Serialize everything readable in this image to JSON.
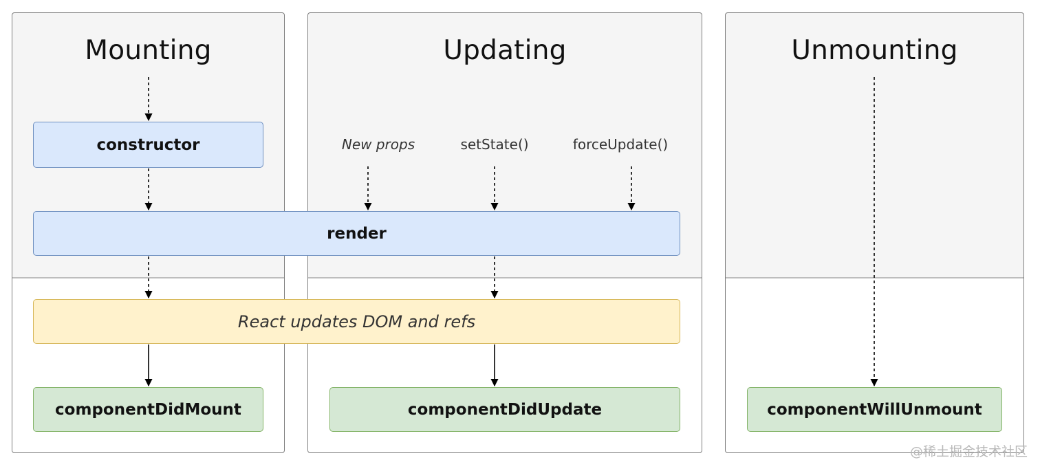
{
  "phases": {
    "mounting": "Mounting",
    "updating": "Updating",
    "unmounting": "Unmounting"
  },
  "triggers": {
    "new_props": "New props",
    "set_state": "setState()",
    "force_update": "forceUpdate()"
  },
  "methods": {
    "constructor": "constructor",
    "render": "render",
    "dom_update": "React updates DOM and refs",
    "did_mount": "componentDidMount",
    "did_update": "componentDidUpdate",
    "will_unmount": "componentWillUnmount"
  },
  "watermark": "@稀土掘金技术社区",
  "colors": {
    "method_fill": "#dae8fc",
    "method_border": "#6c8ebf",
    "dom_fill": "#fff2cc",
    "dom_border": "#d6b656",
    "commit_fill": "#d5e8d4",
    "commit_border": "#82b366",
    "panel_top": "#f5f5f5"
  }
}
